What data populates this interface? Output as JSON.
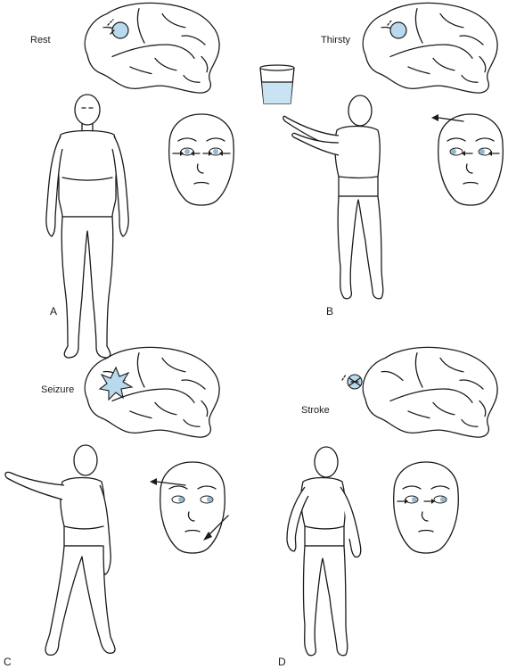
{
  "panels": {
    "a": {
      "letter": "A",
      "state_label": "Rest"
    },
    "b": {
      "letter": "B",
      "state_label": "Thirsty"
    },
    "c": {
      "letter": "C",
      "state_label": "Seizure"
    },
    "d": {
      "letter": "D",
      "state_label": "Stroke"
    }
  },
  "colors": {
    "focus": "#b9d9ec",
    "water": "#c9e3f2",
    "iris": "#8fb9d4",
    "ink": "#1a1a1a"
  }
}
